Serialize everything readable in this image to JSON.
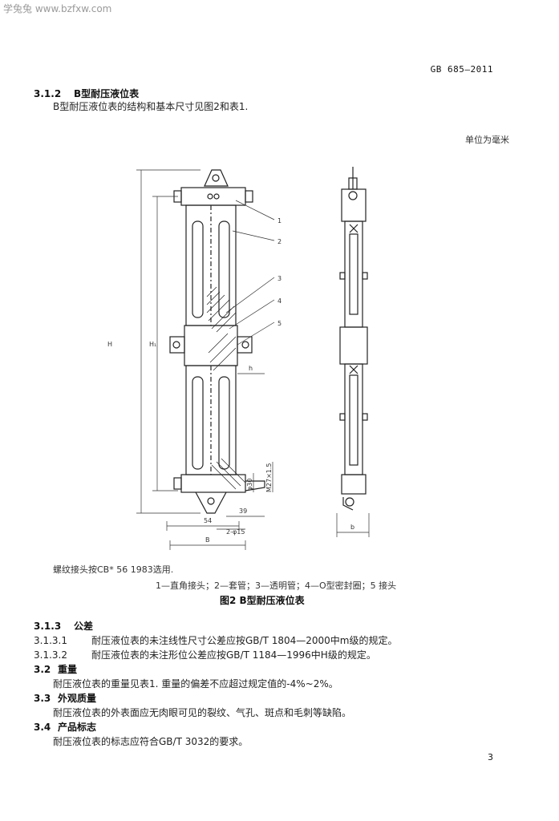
{
  "watermark": "学兔兔 www.bzfxw.com",
  "standard_no": "GB 685—2011",
  "sec_312": {
    "num": "3.1.2",
    "title": "B型耐压液位表",
    "text": "B型耐压液位表的结构和基本尺寸见图2和表1."
  },
  "unit_note": "单位为毫米",
  "figure": {
    "note": "螺纹接头按CB* 56 1983选用.",
    "legend": "1—直角接头；2—套管；3—透明管；4—O型密封圈；5 接头",
    "title": "图2  B型耐压液位表",
    "dims": {
      "H": "H",
      "H1": "H₁",
      "h": "h",
      "B": "B",
      "b": "b",
      "phi30": "φ30",
      "m27": "M27×1.5",
      "d39": "39",
      "d54": "54",
      "holes": "2-φ15",
      "c1": "1",
      "c2": "2",
      "c3": "3",
      "c4": "4",
      "c5": "5"
    }
  },
  "sec_313": {
    "num": "3.1.3",
    "title": "公差"
  },
  "sec_3131": {
    "num": "3.1.3.1",
    "text": "耐压液位表的未注线性尺寸公差应按GB/T 1804—2000中m级的规定。"
  },
  "sec_3132": {
    "num": "3.1.3.2",
    "text": "耐压液位表的未注形位公差应按GB/T 1184—1996中H级的规定。"
  },
  "sec_32": {
    "num": "3.2",
    "title": "重量",
    "text": "耐压液位表的重量见表1. 重量的偏差不应超过规定值的-4%~2%。"
  },
  "sec_33": {
    "num": "3.3",
    "title": "外观质量",
    "text": "耐压液位表的外表面应无肉眼可见的裂纹、气孔、斑点和毛刺等缺陷。"
  },
  "sec_34": {
    "num": "3.4",
    "title": "产品标志",
    "text": "耐压液位表的标志应符合GB/T 3032的要求。"
  },
  "page_number": "3"
}
